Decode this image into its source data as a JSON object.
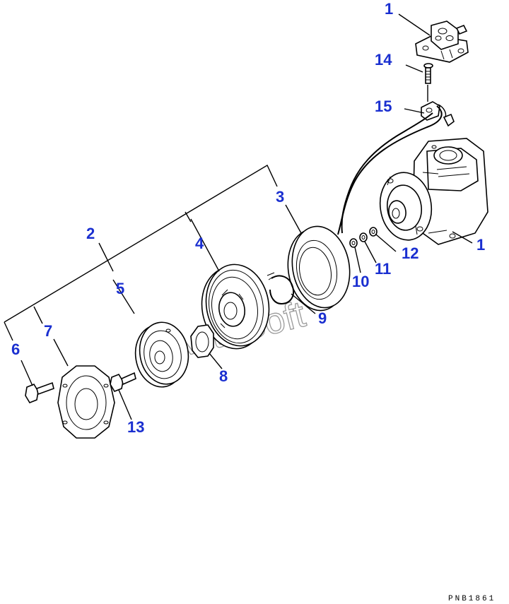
{
  "diagram": {
    "callouts": [
      "1",
      "14",
      "15",
      "3",
      "2",
      "4",
      "5",
      "7",
      "6",
      "13",
      "8",
      "9",
      "10",
      "11",
      "12",
      "1"
    ],
    "watermark": "AutoSoft",
    "drawing_code": "PNB1861"
  },
  "colors": {
    "callout": "#1a2fd0",
    "line": "#000000",
    "watermark": "#9a9a9a"
  }
}
